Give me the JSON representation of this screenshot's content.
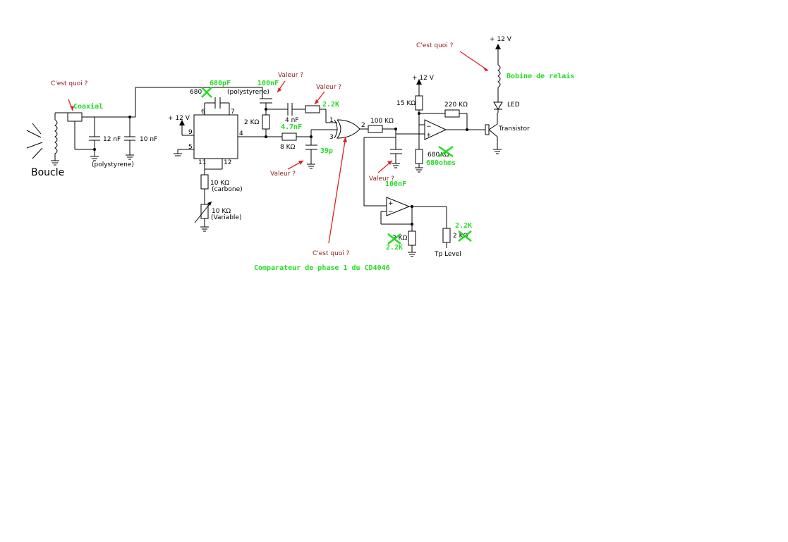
{
  "labels": {
    "boucle": "Boucle",
    "cap_12nf": "12 nF",
    "polystyrene_1": "(polystyrene)",
    "cap_10nf": "10 nF",
    "cap_680": "680",
    "polystyrene_2": "(polystyrene)",
    "vcc_ic": "+ 12 V",
    "pin6": "6",
    "pin7": "7",
    "pin9": "9",
    "pin5": "5",
    "pin4": "4",
    "pin11": "11",
    "pin12": "12",
    "res_10k_carbone": "10 KΩ",
    "carbone": "(carbone)",
    "res_10k_var": "10 KΩ",
    "variable": "(Variable)",
    "res_2k": "2 KΩ",
    "cap_4nf": "4 nF",
    "res_8k": "8 KΩ",
    "xor_pin1": "1",
    "xor_pin2": "2",
    "xor_pin3": "3",
    "res_100k": "100 KΩ",
    "vcc_amp": "+ 12 V",
    "res_15k": "15 KΩ",
    "res_220k": "220 KΩ",
    "res_680": "680",
    "res_680_unit": "KΩ",
    "transistor": "Transistor",
    "vcc_relay": "+ 12 V",
    "led": "LED",
    "res_bottom_left": "2 KΩ",
    "res_bottom_right": "2 KΩ",
    "tp_level": "Tp Level",
    "opamp_minus": "−",
    "opamp_plus": "+"
  },
  "annotations_red": {
    "cest_quoi_coax": "C'est quoi ?",
    "valeur_cap": "Valeur ?",
    "valeur_res": "Valeur ?",
    "valeur_bottom": "Valeur ?",
    "valeur_filter": "Valeur ?",
    "cest_quoi_xor": "C'est quoi ?",
    "cest_quoi_relay": "C'est quoi ?"
  },
  "annotations_green": {
    "coaxial": "Coaxial",
    "cap_680pf": "680pF",
    "cap_100nf_top": "100nF",
    "res_2_2k": "2.2K",
    "cap_4_7nf": "4.7nF",
    "cap_39p": "39p",
    "res_680ohms": "680ohms",
    "cap_100nf_filter": "100nF",
    "res_2_2k_left": "2.2K",
    "res_2_2k_right": "2.2K",
    "relay_coil": "Bobine de relais",
    "phase_comparator": "Comparateur de phase 1 du CD4046"
  },
  "colors": {
    "wire": "#000000",
    "annotation_text": "#8b1a1a",
    "annotation_arrow": "#dd2222",
    "correction": "#22dd22"
  }
}
